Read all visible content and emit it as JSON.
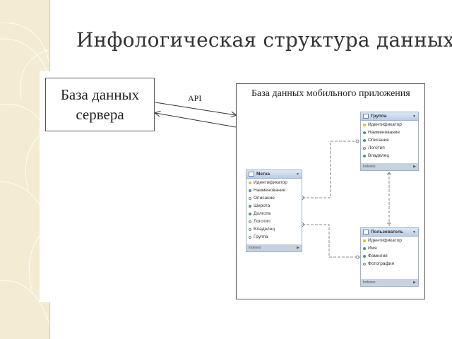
{
  "slide": {
    "title": "Инфологическая структура данных"
  },
  "diagram": {
    "server_db": {
      "line1": "База данных",
      "line2": "сервера"
    },
    "api_label": "API",
    "mobile_db": {
      "title": "База данных мобильного приложения"
    },
    "tables": {
      "group": {
        "name": "Группа",
        "fields": [
          {
            "name": "Идентификатор",
            "kind": "key"
          },
          {
            "name": "Наименование",
            "kind": "full"
          },
          {
            "name": "Описание",
            "kind": "full"
          },
          {
            "name": "Логотип",
            "kind": "empty"
          },
          {
            "name": "Владелец",
            "kind": "full"
          }
        ],
        "footer": "Indexes"
      },
      "tag": {
        "name": "Метка",
        "fields": [
          {
            "name": "Идентификатор",
            "kind": "key"
          },
          {
            "name": "Наименование",
            "kind": "full"
          },
          {
            "name": "Описание",
            "kind": "empty"
          },
          {
            "name": "Широта",
            "kind": "full"
          },
          {
            "name": "Долгота",
            "kind": "full"
          },
          {
            "name": "Логотип",
            "kind": "empty"
          },
          {
            "name": "Владелец",
            "kind": "empty"
          },
          {
            "name": "Группа",
            "kind": "empty"
          }
        ],
        "footer": "Indexes"
      },
      "user": {
        "name": "Пользователь",
        "fields": [
          {
            "name": "Идентификатор",
            "kind": "key"
          },
          {
            "name": "Имя",
            "kind": "full"
          },
          {
            "name": "Фамилия",
            "kind": "full"
          },
          {
            "name": "Фотография",
            "kind": "empty"
          }
        ],
        "footer": "Indexes"
      }
    },
    "colors": {
      "frame": "#555555",
      "table_border": "#9bb3cf",
      "sidebar": "#f3ecd2"
    }
  }
}
